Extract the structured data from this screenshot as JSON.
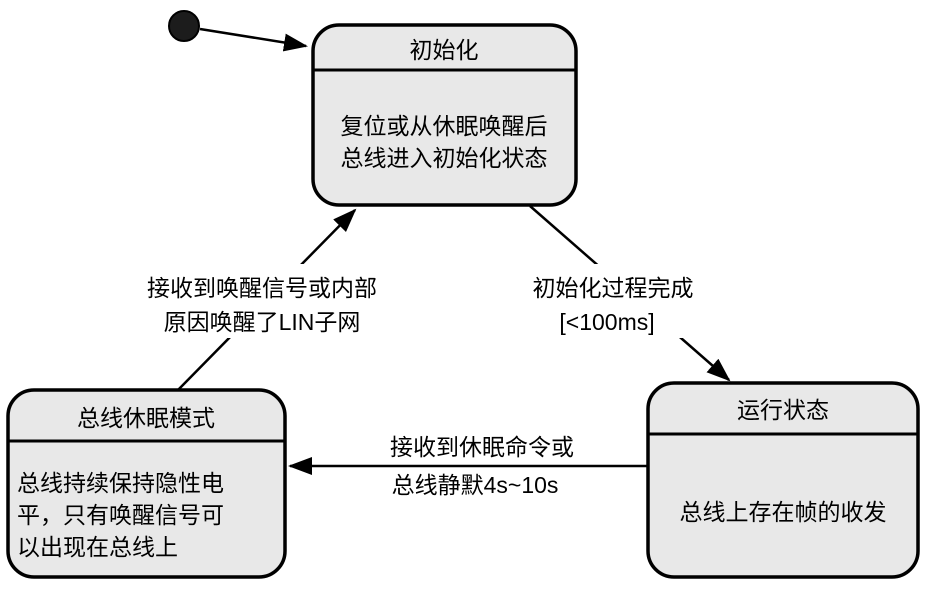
{
  "diagram": {
    "type": "uml-state-diagram",
    "background": "#ffffff",
    "stroke_color": "#000000",
    "state_fill": "#e8e8e8",
    "initial_dot_fill": "#1c1c1c",
    "states": [
      {
        "id": "init",
        "title": "初始化",
        "body": [
          "复位或从休眠唤醒后",
          "总线进入初始化状态"
        ]
      },
      {
        "id": "run",
        "title": "运行状态",
        "body": [
          "总线上存在帧的收发"
        ]
      },
      {
        "id": "sleep",
        "title": "总线休眠模式",
        "body": [
          "总线持续保持隐性电",
          "平，只有唤醒信号可",
          "以出现在总线上"
        ]
      }
    ],
    "transitions": [
      {
        "from": "initial",
        "to": "init",
        "label": []
      },
      {
        "from": "init",
        "to": "run",
        "label": [
          "初始化过程完成",
          "[<100ms]"
        ]
      },
      {
        "from": "run",
        "to": "sleep",
        "label": [
          "接收到休眠命令或",
          "总线静默4s~10s"
        ]
      },
      {
        "from": "sleep",
        "to": "init",
        "label": [
          "接收到唤醒信号或内部",
          "原因唤醒了LIN子网"
        ]
      }
    ]
  }
}
